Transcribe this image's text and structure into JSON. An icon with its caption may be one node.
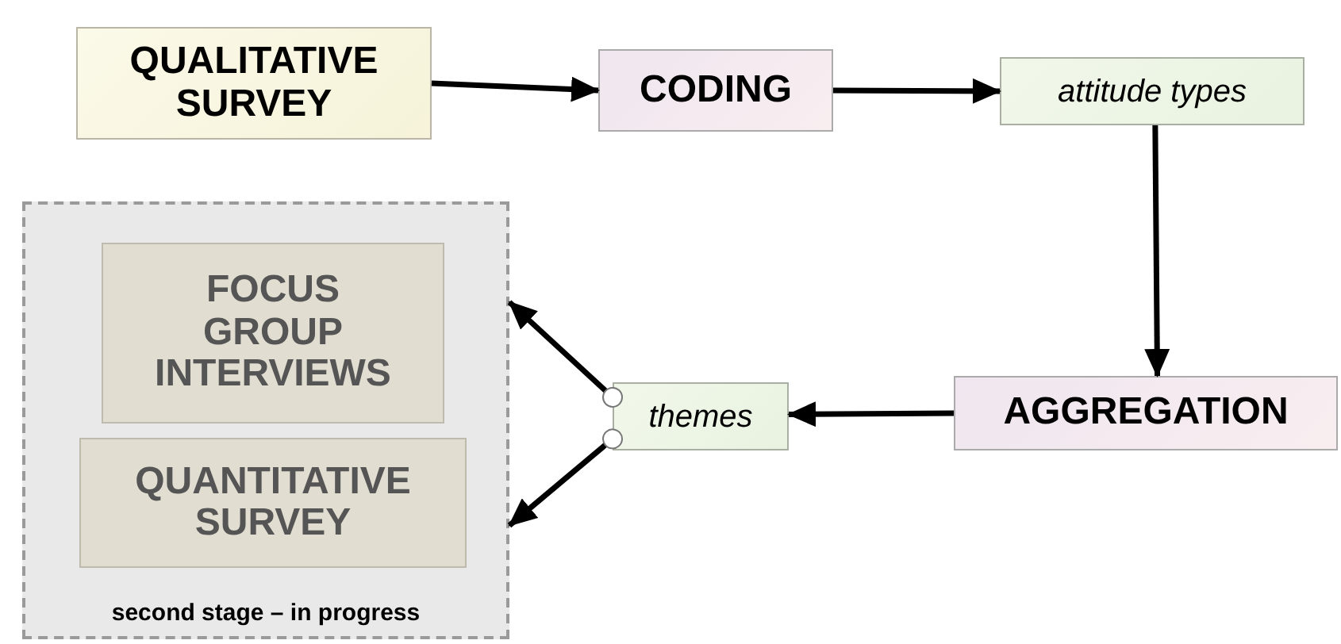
{
  "diagram": {
    "nodes": [
      {
        "text": [
          "QUALITATIVE SURVEY"
        ]
      },
      {
        "text": [
          "CODING"
        ]
      },
      {
        "text": [
          "attitude types"
        ]
      },
      {
        "text": [
          "AGGREGATION"
        ]
      },
      {
        "text": [
          "second stage – in progress"
        ]
      },
      {
        "text": [
          "FOCUS GROUP INTERVIEWS"
        ],
        "in": 4
      },
      {
        "text": [
          "QUANTITATIVE SURVEY"
        ],
        "in": 4
      },
      {
        "text": [
          "themes"
        ]
      }
    ],
    "edges": [
      {
        "from": 0,
        "to": 1,
        "arrow": "to"
      },
      {
        "from": 1,
        "to": 2,
        "arrow": "to"
      },
      {
        "from": 2,
        "to": 3,
        "arrow": "to"
      },
      {
        "from": 3,
        "to": 7,
        "arrow": "to"
      },
      {
        "from": 7,
        "to": 4,
        "arrow": "to"
      },
      {
        "from": 7,
        "to": 4,
        "arrow": "to"
      }
    ]
  }
}
